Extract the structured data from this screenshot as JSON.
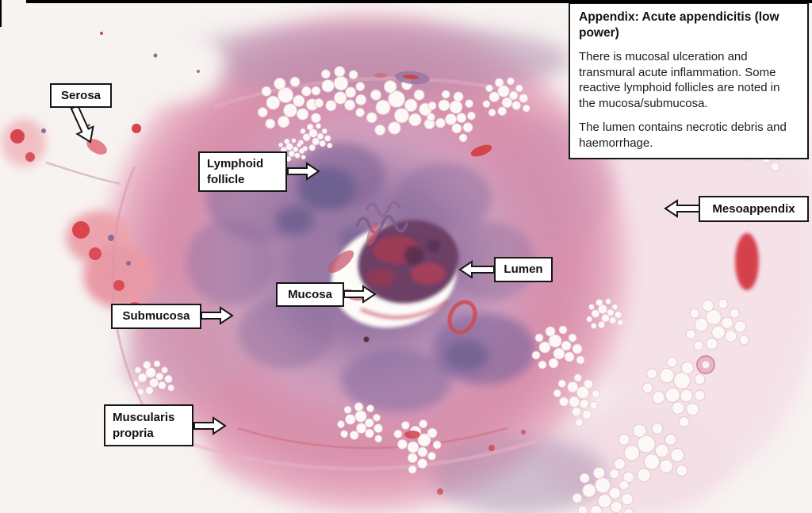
{
  "figure_note": {
    "title": "Appendix: Acute appendicitis (low power)",
    "paragraphs": [
      "There is mucosal ulceration and transmural acute inflammation. Some reactive lymphoid follicles are noted in the mucosa/submucosa.",
      "The lumen contains necrotic debris and haemorrhage."
    ]
  },
  "annotations": {
    "serosa": "Serosa",
    "lymphoid_follicle": "Lymphoid follicle",
    "mesoappendix": "Mesoappendix",
    "lumen": "Lumen",
    "mucosa": "Mucosa",
    "submucosa": "Submucosa",
    "muscularis_propria": "Muscularis propria"
  },
  "colors": {
    "label_background": "#ffffff",
    "label_border": "#161616",
    "slide_background": "#f7f3f1",
    "tissue_pink": "#d88faa",
    "submucosa_pink": "#d19fbe",
    "mucosa_purple": "#9a78a4",
    "lymphoid_follicle_purple": "#675d8d",
    "hemorrhage_red": "#d5434c",
    "necrotic_debris": "#6d4166",
    "lumen_white": "#fdfcf9"
  }
}
